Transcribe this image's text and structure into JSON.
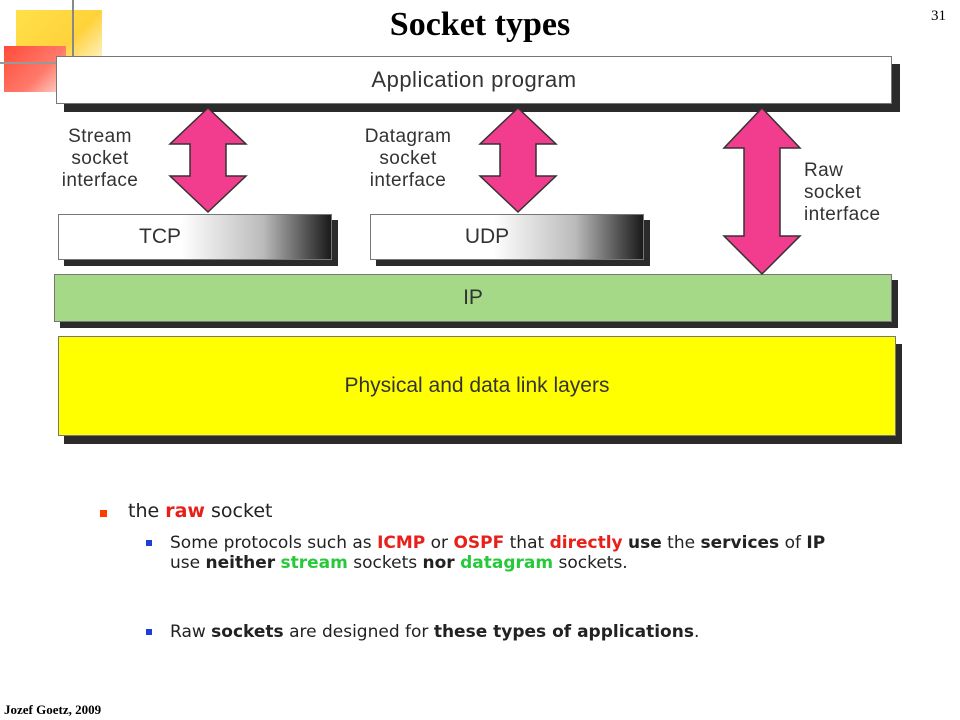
{
  "slide": {
    "title": "Socket types",
    "page_number": "31",
    "footer": "Jozef Goetz, 2009"
  },
  "diagram": {
    "application": "Application program",
    "tcp": "TCP",
    "udp": "UDP",
    "ip": "IP",
    "physical": "Physical and data link layers",
    "stream_label": [
      "Stream",
      "socket",
      "interface"
    ],
    "datagram_label": [
      "Datagram",
      "socket",
      "interface"
    ],
    "raw_label": [
      "Raw",
      "socket",
      "interface"
    ],
    "colors": {
      "arrow": "#f23c8e",
      "ip_fill": "#a6d987",
      "physical_fill": "#ffff00"
    }
  },
  "bullets": {
    "b1": {
      "pre": "the ",
      "raw": "raw",
      "post": " socket"
    },
    "b2": {
      "t1": "Some protocols such as ",
      "icmp": "ICMP",
      "t2": " or ",
      "ospf": "OSPF",
      "t3": " that ",
      "directly": "directly",
      "t4": " ",
      "use": "use",
      "t5": " the ",
      "services": "services",
      "t6": " of ",
      "ip": "IP",
      "t7": " use ",
      "neither": "neither",
      "t8": " ",
      "stream": "stream",
      "t9": " sockets ",
      "nor": "nor",
      "t10": " ",
      "datagram": "datagram",
      "t11": " sockets."
    },
    "b3": {
      "t1": "Raw ",
      "sockets": "sockets",
      "t2": " are designed for ",
      "apps": "these types of applications",
      "t3": "."
    }
  }
}
